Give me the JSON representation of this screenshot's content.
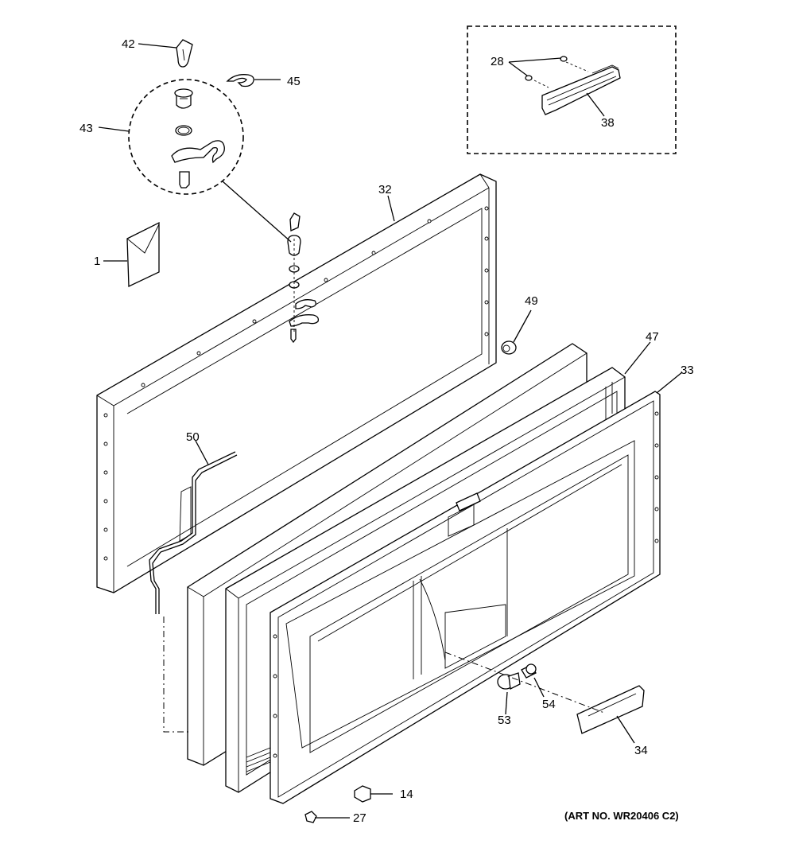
{
  "labels": {
    "p1": "1",
    "p14": "14",
    "p27": "27",
    "p28": "28",
    "p32": "32",
    "p33": "33",
    "p34": "34",
    "p38": "38",
    "p42": "42",
    "p43": "43",
    "p45": "45",
    "p47": "47",
    "p49": "49",
    "p50": "50",
    "p53": "53",
    "p54": "54"
  },
  "art_number": "(ART NO. WR20406 C2)"
}
